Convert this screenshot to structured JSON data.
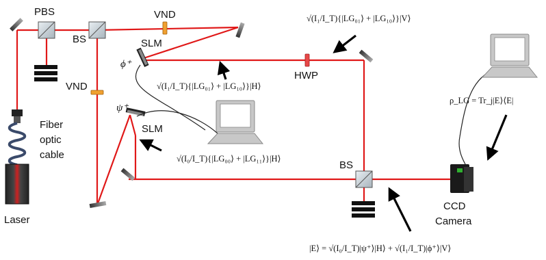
{
  "labels": {
    "pbs": "PBS",
    "bs_top": "BS",
    "vnd_top": "VND",
    "vnd_left": "VND",
    "slm_top": "SLM",
    "slm_bottom": "SLM",
    "hwp": "HWP",
    "bs_bottom": "BS",
    "fiber_line1": "Fiber",
    "fiber_line2": "optic",
    "fiber_line3": "cable",
    "laser": "Laser",
    "ccd_line1": "CCD",
    "ccd_line2": "Camera"
  },
  "symbols": {
    "phi": "ϕ⁺",
    "psi": "ψ⁺"
  },
  "equations": {
    "top_v": "√(I₁/I_T){|LG₀₁⟩ + |LG₁₀⟩}|V⟩",
    "mid_h": "√(I₁/I_T){|LG₀₁⟩ + |LG₁₀⟩}|H⟩",
    "low_h": "√(I₀/I_T){|LG₀₀⟩ + |LG₁₁⟩}|H⟩",
    "rho": "ρ_LG = Tr_j|E⟩⟨E|",
    "bottom": "|E⟩ = √(I₀/I_T)|ψ⁺⟩|H⟩ + √(I₁/I_T)|ϕ⁺⟩|V⟩"
  },
  "colors": {
    "beam": "#e01818",
    "waveplate": "#f0a030",
    "hwp": "#e84848",
    "monitor": "#c8c8c8",
    "mirror": "#777777",
    "camera_accent": "#30b030"
  },
  "icons": [
    "monitor-icon",
    "laser-icon",
    "fiber-coil-icon",
    "camera-icon",
    "mirror-icon",
    "beam-dump-icon"
  ]
}
